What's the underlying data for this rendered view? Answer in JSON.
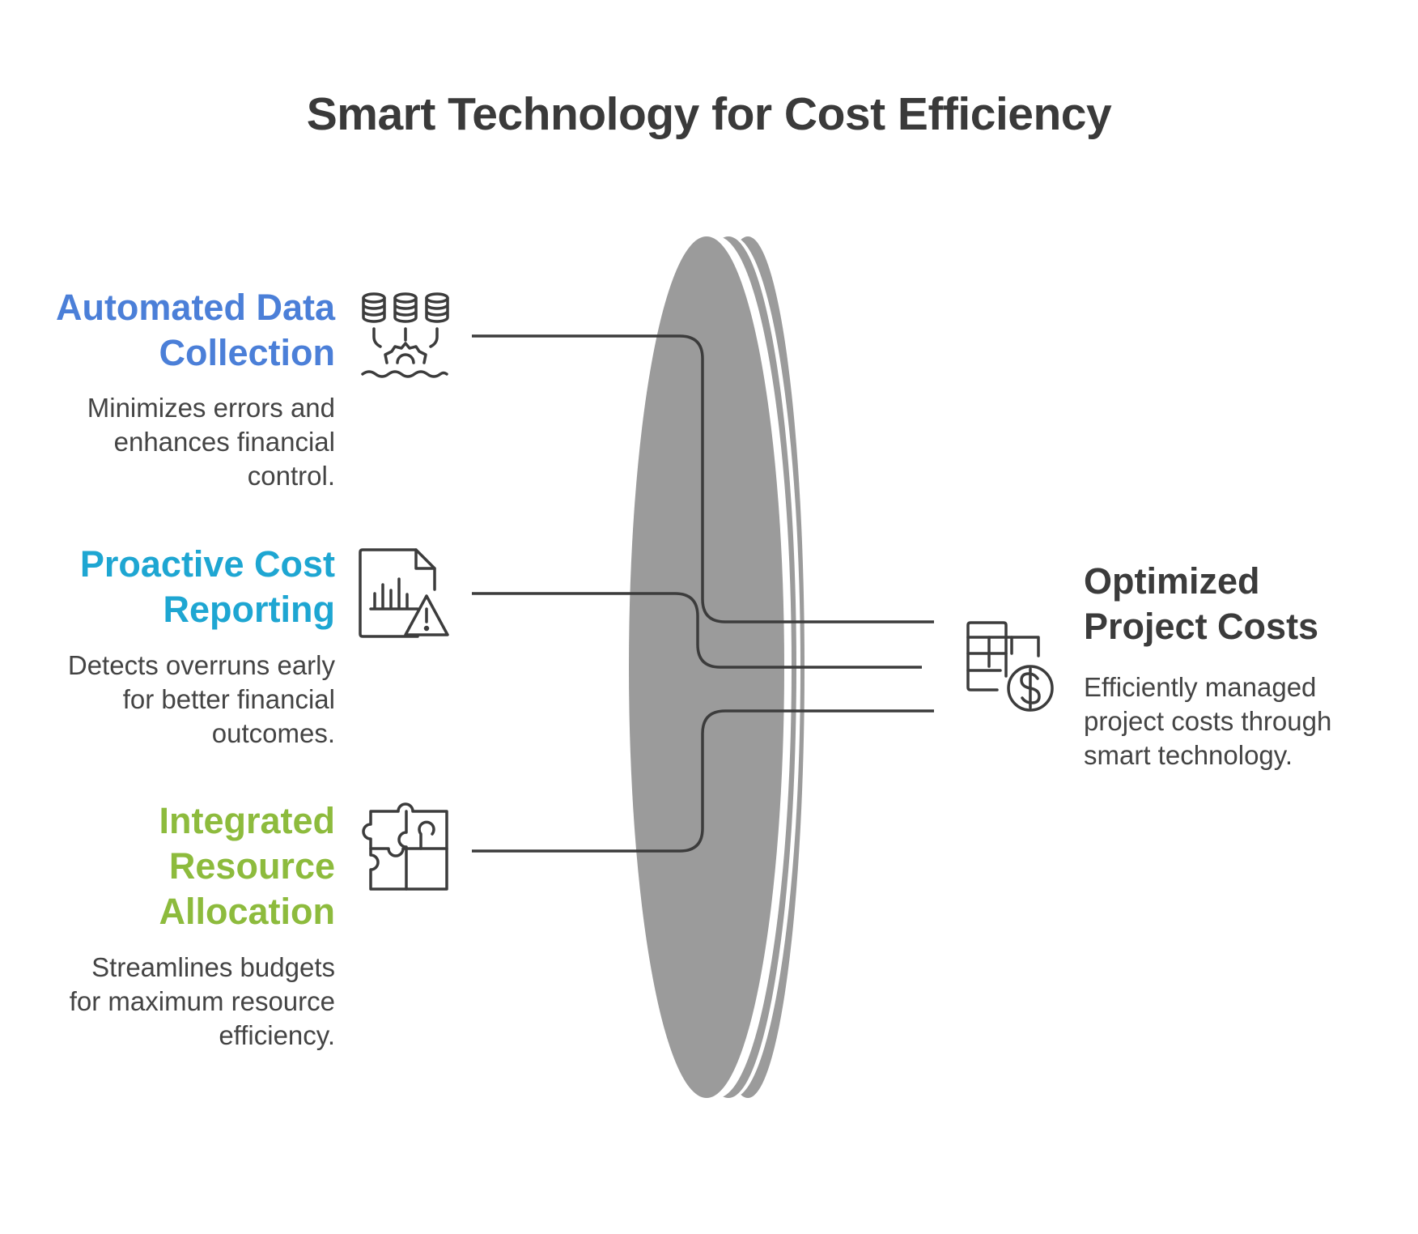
{
  "title": "Smart Technology for Cost Efficiency",
  "inputs": [
    {
      "heading_lines": [
        "Automated Data",
        "Collection"
      ],
      "description_lines": [
        "Minimizes errors and",
        "enhances financial",
        "control."
      ],
      "color": "#4b7fd8",
      "icon": "database-gear-icon"
    },
    {
      "heading_lines": [
        "Proactive Cost",
        "Reporting"
      ],
      "description_lines": [
        "Detects overruns early",
        "for better financial",
        "outcomes."
      ],
      "color": "#1ea6d2",
      "icon": "report-warning-icon"
    },
    {
      "heading_lines": [
        "Integrated",
        "Resource",
        "Allocation"
      ],
      "description_lines": [
        "Streamlines budgets",
        "for maximum resource",
        "efficiency."
      ],
      "color": "#8dbb3d",
      "icon": "puzzle-icon"
    }
  ],
  "output": {
    "heading_lines": [
      "Optimized",
      "Project Costs"
    ],
    "description_lines": [
      "Efficiently managed",
      "project costs through",
      "smart technology."
    ],
    "color": "#3b3b3b",
    "icon": "spreadsheet-dollar-icon"
  },
  "lens_color": "#9b9b9b",
  "line_color": "#3c3c3c"
}
